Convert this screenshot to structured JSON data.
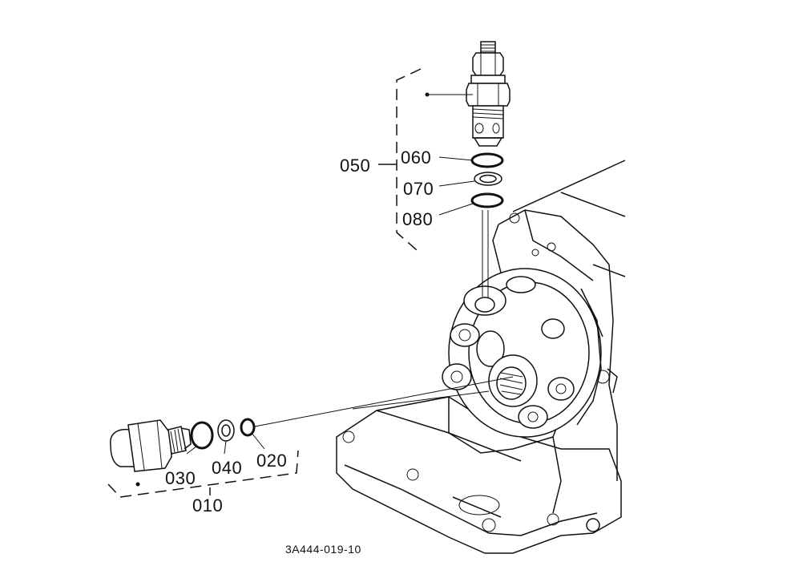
{
  "labels": {
    "p050": "050",
    "p060": "060",
    "p070": "070",
    "p080": "080",
    "p010": "010",
    "p020": "020",
    "p030": "030",
    "p040": "040"
  },
  "caption": "3A444-019-10"
}
